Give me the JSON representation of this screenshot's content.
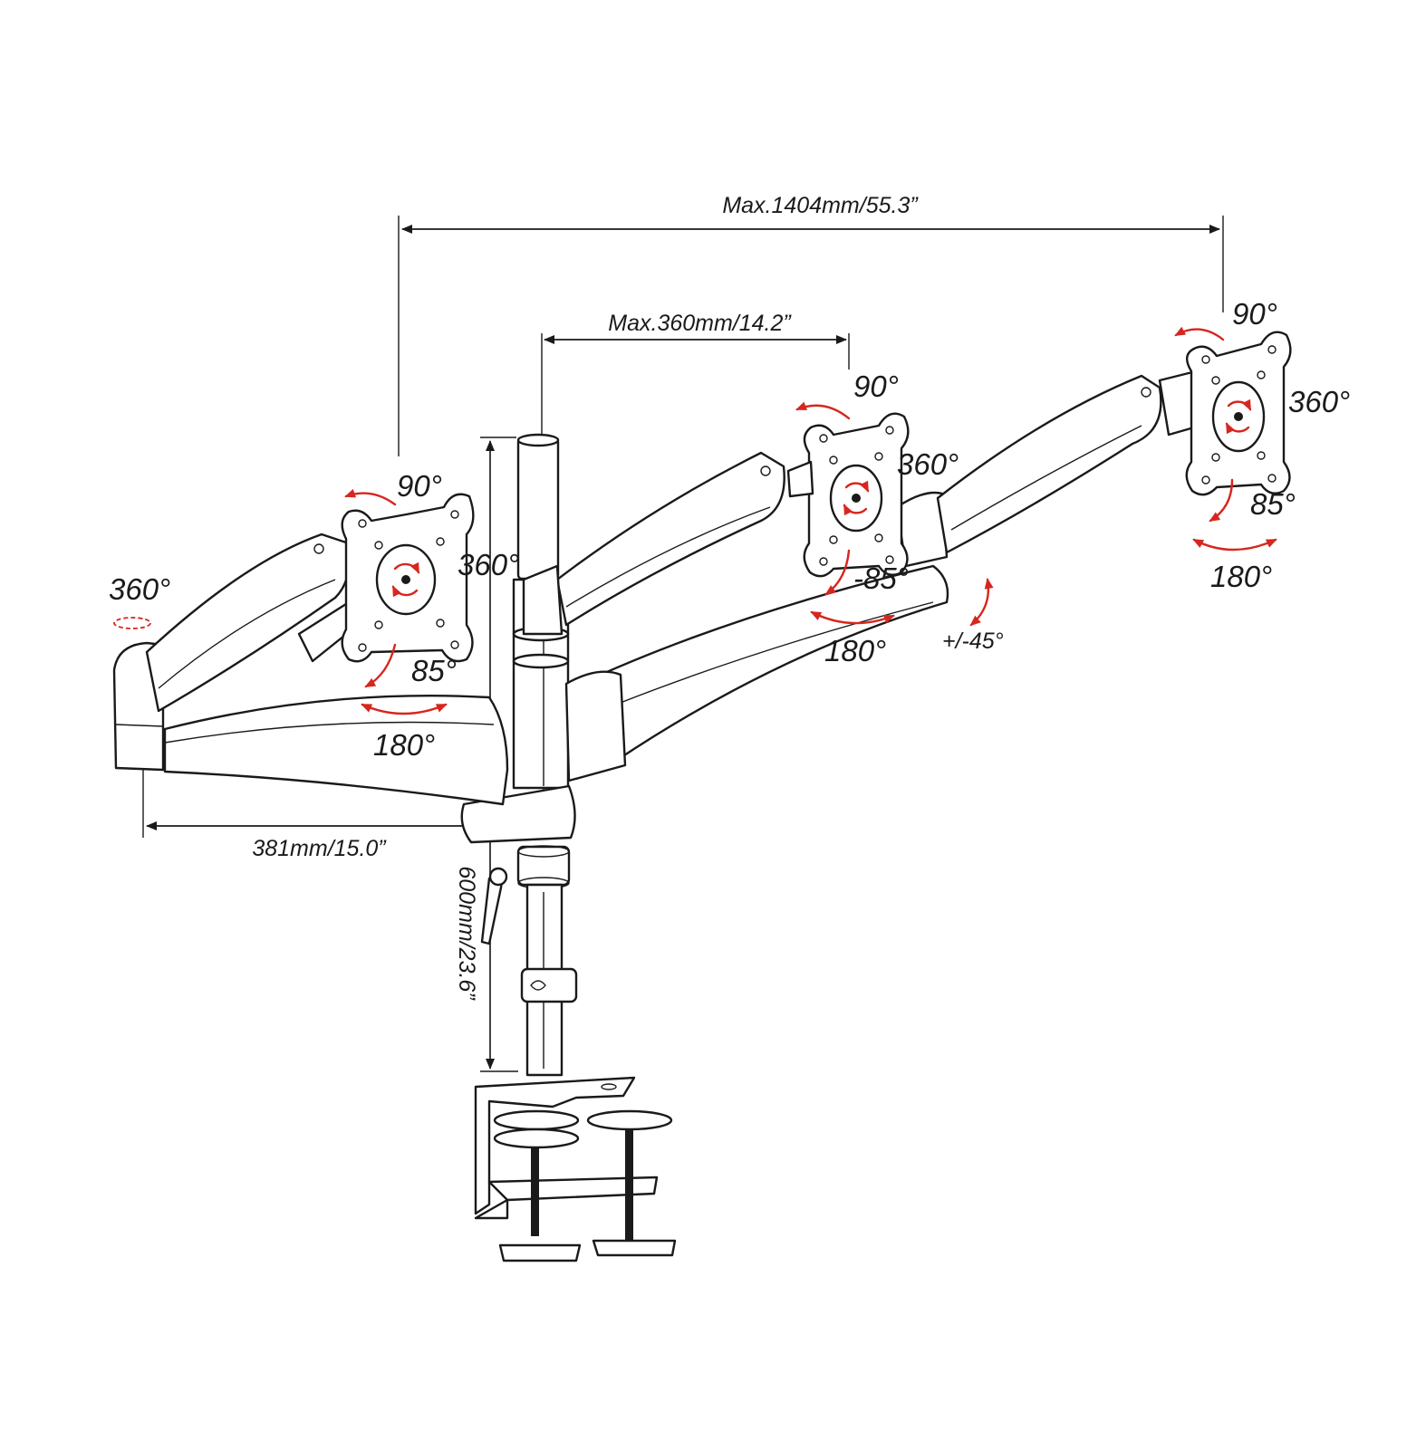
{
  "colors": {
    "accent": "#d7261e",
    "line": "#1a1a1a",
    "background": "#ffffff"
  },
  "dimensions": {
    "max_width": "Max.1404mm/55.3”",
    "max_extension": "Max.360mm/14.2”",
    "base_depth": "381mm/15.0”",
    "pole_height": "600mm/23.6”"
  },
  "left_monitor": {
    "swivel": "360°",
    "tilt_up": "90°",
    "rotation": "360°",
    "tilt_down": "85°",
    "pan": "180°"
  },
  "center_monitor": {
    "tilt_up": "90°",
    "rotation": "360°",
    "tilt_down": "-85°",
    "pan": "180°",
    "arm_tilt": "+/-45°"
  },
  "right_monitor": {
    "tilt_up": "90°",
    "rotation": "360°",
    "tilt_down": "85°",
    "pan": "180°"
  }
}
